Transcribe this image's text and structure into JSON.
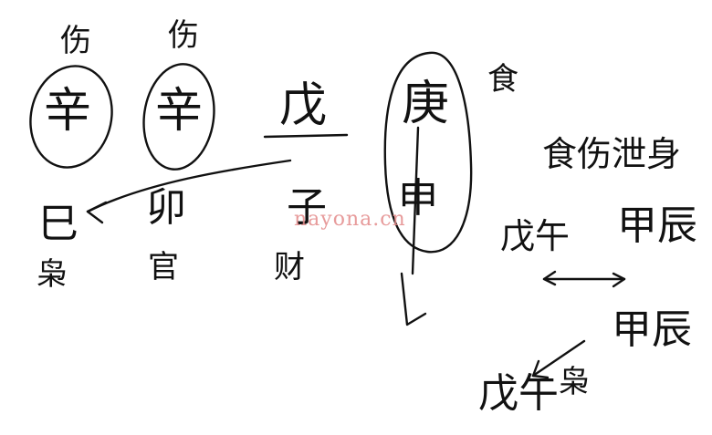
{
  "watermark_text": "nayona.cn",
  "heavenly_stems": {
    "stem1_label": "伤",
    "stem1_char": "辛",
    "stem2_label": "伤",
    "stem2_char": "辛",
    "stem3_char": "戊",
    "stem4_char": "庚",
    "stem4_side": "食"
  },
  "earthly_branches": {
    "branch1_char": "巳",
    "branch1_note": "枭",
    "branch2_char": "卯",
    "branch2_note": "官",
    "branch3_char": "子",
    "branch3_note": "财",
    "branch4_char": "申"
  },
  "right_notes": {
    "title": "食伤泄身",
    "row1_left": "戊午",
    "row1_right": "甲辰",
    "row2": "甲辰",
    "row3_left": "戊午",
    "row3_right": "枭"
  },
  "colors": {
    "ink": "#111111",
    "watermark": "#e38a8a"
  }
}
